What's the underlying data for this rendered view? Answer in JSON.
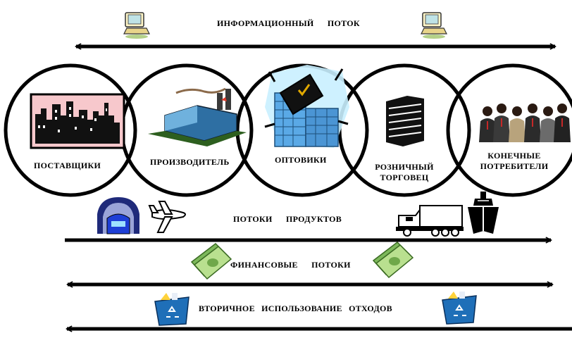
{
  "flows": {
    "information": "ИНФОРМАЦИОННЫЙ ПОТОК",
    "products": "ПОТОКИ ПРОДУКТОВ",
    "financial": "ФИНАНСОВЫЕ ПОТОКИ",
    "recycling": "ВТОРИЧНОЕ ИСПОЛЬЗОВАНИЕ ОТХОДОВ"
  },
  "chain": [
    {
      "label": "ПОСТАВЩИКИ",
      "icon": "city-skyline-icon"
    },
    {
      "label": "ПРОИЗВОДИТЕЛЬ",
      "icon": "factory-icon"
    },
    {
      "label": "ОПТОВИКИ",
      "icon": "office-building-icon"
    },
    {
      "label_line1": "РОЗНИЧНЫЙ",
      "label_line2": "ТОРГОВЕЦ",
      "icon": "store-building-icon"
    },
    {
      "label_line1": "КОНЕЧНЫЕ",
      "label_line2": "ПОТРЕБИТЕЛИ",
      "icon": "people-group-icon"
    }
  ],
  "icons": {
    "information": [
      "computer-icon",
      "computer-icon"
    ],
    "products": [
      "tunnel-train-icon",
      "airplane-icon",
      "truck-icon",
      "ship-icon"
    ],
    "financial": [
      "money-stack-icon",
      "money-stack-icon"
    ],
    "recycling": [
      "recycle-bin-icon",
      "recycle-bin-icon"
    ]
  },
  "colors": {
    "line": "#000000",
    "money": "#9fd07a",
    "bin": "#1f6fb8",
    "office": "#5aa9e6",
    "sky": "#f7c8cc"
  }
}
